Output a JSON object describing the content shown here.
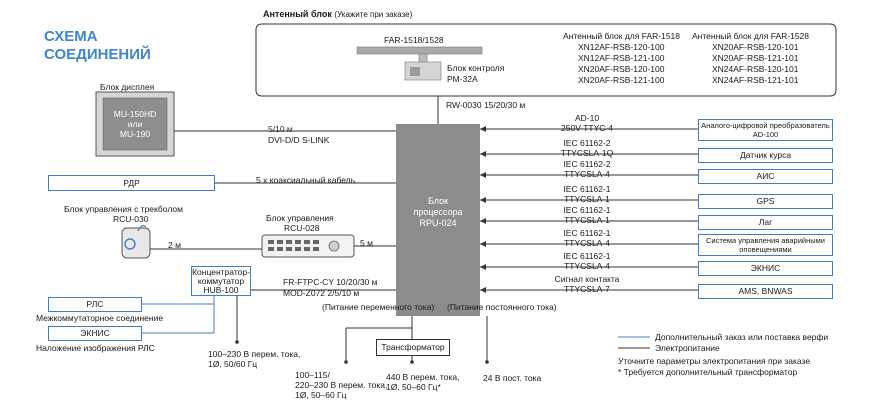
{
  "title": {
    "line1": "СХЕМА",
    "line2": "СОЕДИНЕНИЙ"
  },
  "antenna": {
    "header": "Антенный блок",
    "header_note": "(Укажите при заказе)",
    "model": "FAR-1518/1528",
    "control_label_1": "Блок контроля",
    "control_label_2": "PM-32A",
    "col1_title": "Антенный блок для FAR-1518",
    "col1_items": [
      "XN12AF-RSB-120-100",
      "XN12AF-RSB-121-100",
      "XN20AF-RSB-120-100",
      "XN20AF-RSB-121-100"
    ],
    "col2_title": "Антенный блок для FAR-1528",
    "col2_items": [
      "XN20AF-RSB-120-101",
      "XN20AF-RSB-121-101",
      "XN24AF-RSB-120-101",
      "XN24AF-RSB-121-101"
    ],
    "cable": "RW-0030 15/20/30 м"
  },
  "display": {
    "title": "Блок дисплея",
    "screen_line1": "MU-150HD",
    "screen_line2": "или",
    "screen_line3": "MU-190",
    "cable_length": "5/10 м",
    "cable_type": "DVI-D/D S-LINK"
  },
  "rdr": {
    "label": "РДР",
    "cable": "5 х коаксиальный кабель"
  },
  "trackball": {
    "title_1": "Блок управления с трекболом",
    "title_2": "RCU-030",
    "cable": "2 м"
  },
  "control_unit": {
    "title_1": "Блок управления",
    "title_2": "RCU-028",
    "cable": "5 м"
  },
  "processor": {
    "label": "Блок\nпроцессора\nRPU-024"
  },
  "hub": {
    "label_1": "Концентратор-",
    "label_2": "коммутатор",
    "label_3": "HUB-100",
    "cable_1": "FR-FTPC-CY 10/20/30 м",
    "cable_2": "MOD-Z072 2/5/10 м"
  },
  "rls": {
    "label": "РЛС",
    "note": "Межкоммутаторное соединение"
  },
  "ecdis_left": {
    "label": "ЭКНИС",
    "note": "Наложение изображения РЛС"
  },
  "power": {
    "ac_label": "(Питание переменного тока)",
    "dc_label": "(Питание постоянного тока)",
    "hub_power_1": "100–230 В перем. тока,",
    "hub_power_2": "1Ø, 50/60 Гц",
    "ac_1_line1": "100–115/",
    "ac_1_line2": "220–230 В перем. тока,",
    "ac_1_line3": "1Ø,  50–60 Гц",
    "transformer": "Трансформатор",
    "ac_2_line1": "440 В перем. тока,",
    "ac_2_line2": "1Ø, 50–60 Гц*",
    "dc": "24 В пост. тока"
  },
  "right_devices": [
    {
      "cable_1": "AD-10",
      "cable_2": "250V-TTYC-4",
      "box": "Аналого-цифровой преобразователь AD-100"
    },
    {
      "cable_1": "IEC 61162-2",
      "cable_2": "TTYCSLA-1Q",
      "box": "Датчик курса"
    },
    {
      "cable_1": "IEC 61162-2",
      "cable_2": "TTYCSLA-4",
      "box": "АИС"
    },
    {
      "cable_1": "IEC 61162-1",
      "cable_2": "TTYCSLA-1",
      "box": "GPS"
    },
    {
      "cable_1": "IEC 61162-1",
      "cable_2": "TTYCSLA-1",
      "box": "Лаг"
    },
    {
      "cable_1": "IEC 61162-1",
      "cable_2": "TTYCSLA-4",
      "box": "Система управления аварийными оповещениями"
    },
    {
      "cable_1": "IEC 61162-1",
      "cable_2": "TTYCSLA-4",
      "box": "ЭКНИС"
    },
    {
      "cable_1": "Сигнал контакта",
      "cable_2": "TTYCSLA-7",
      "box": "AMS, BNWAS"
    }
  ],
  "legend": {
    "optional": "Дополнительный заказ или поставка верфи",
    "power": "Электропитание",
    "note_1": "Уточните параметры электропитания при заказе",
    "note_2": "* Требуется дополнительный трансформатор"
  },
  "colors": {
    "accent": "#3e7fc1",
    "title": "#3f86c8",
    "processor": "#8c8c8c",
    "line": "#333333"
  }
}
